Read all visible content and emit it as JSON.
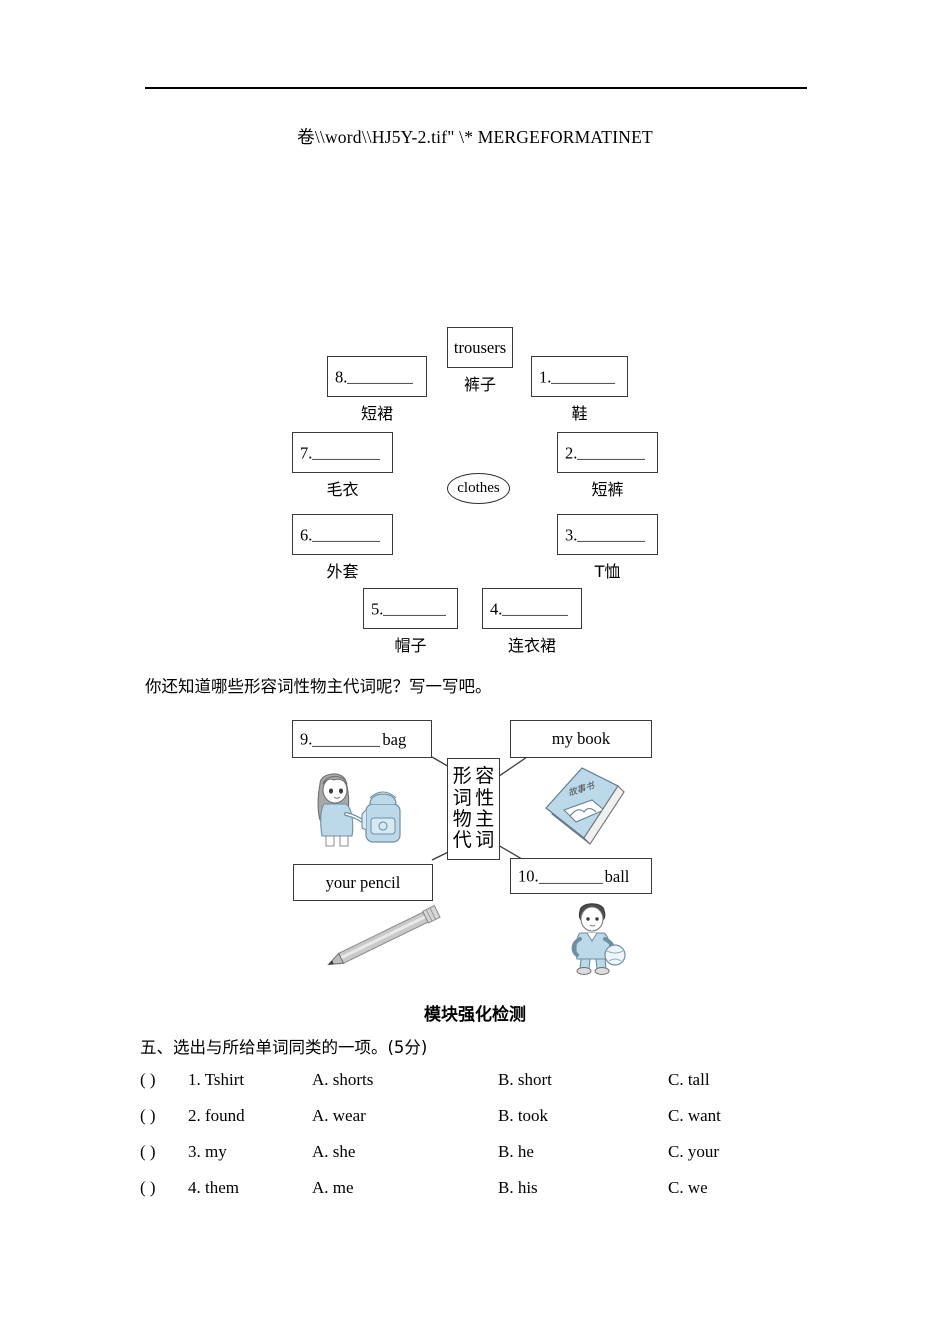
{
  "document": {
    "field_code": "卷\\\\word\\\\HJ5Y-2.tif\" \\* MERGEFORMATINET"
  },
  "clothes_diagram": {
    "center_label": "clothes",
    "nodes": [
      {
        "id": "trousers",
        "text": "trousers",
        "filled": true,
        "number": "",
        "cn": "裤子"
      },
      {
        "id": "shoe",
        "text": "",
        "filled": false,
        "number": "1.",
        "cn": "鞋"
      },
      {
        "id": "shorts",
        "text": "",
        "filled": false,
        "number": "2.",
        "cn": "短裤"
      },
      {
        "id": "tshirt",
        "text": "",
        "filled": false,
        "number": "3.",
        "cn": "T恤"
      },
      {
        "id": "dress",
        "text": "",
        "filled": false,
        "number": "4.",
        "cn": "连衣裙"
      },
      {
        "id": "cap",
        "text": "",
        "filled": false,
        "number": "5.",
        "cn": "帽子"
      },
      {
        "id": "coat",
        "text": "",
        "filled": false,
        "number": "6.",
        "cn": "外套"
      },
      {
        "id": "sweater",
        "text": "",
        "filled": false,
        "number": "7.",
        "cn": "毛衣"
      },
      {
        "id": "skirt",
        "text": "",
        "filled": false,
        "number": "8.",
        "cn": "短裙"
      }
    ]
  },
  "prompt": {
    "text": "你还知道哪些形容词性物主代词呢？写一写吧。"
  },
  "pronoun_diagram": {
    "center_label": "形容词性物主代词",
    "center_chars": [
      "形",
      "容",
      "词",
      "性",
      "物",
      "主",
      "代",
      "词"
    ],
    "nodes": [
      {
        "id": "bag",
        "number": "9.",
        "word": "bag",
        "filled": false,
        "illustration": "girl-with-backpack"
      },
      {
        "id": "book",
        "number": "",
        "word": "my book",
        "filled": true,
        "illustration": "storybook",
        "book_cn": "故事书"
      },
      {
        "id": "pencil",
        "number": "",
        "word": "your pencil",
        "filled": true,
        "illustration": "pencil"
      },
      {
        "id": "ball",
        "number": "10.",
        "word": "ball",
        "filled": false,
        "illustration": "boy-with-ball"
      }
    ]
  },
  "test_section": {
    "title": "模块强化检测",
    "instruction": "五、选出与所给单词同类的一项。(5分)",
    "questions": [
      {
        "paren": "(      )",
        "stem": "1. Tshirt",
        "a": "A. shorts",
        "b": "B. short",
        "c": "C. tall"
      },
      {
        "paren": "(      )",
        "stem": "2. found",
        "a": "A. wear",
        "b": "B. took",
        "c": "C. want"
      },
      {
        "paren": "(      )",
        "stem": "3. my",
        "a": "A. she",
        "b": "B. he",
        "c": "C. your"
      },
      {
        "paren": "(      )",
        "stem": "4. them",
        "a": "A. me",
        "b": "B. his",
        "c": "C. we"
      }
    ]
  },
  "colors": {
    "ink": "#000000",
    "box_border": "#3a3a3a",
    "illustration_blue": "#bcd9ea",
    "illustration_gray": "#9a9a9a"
  }
}
